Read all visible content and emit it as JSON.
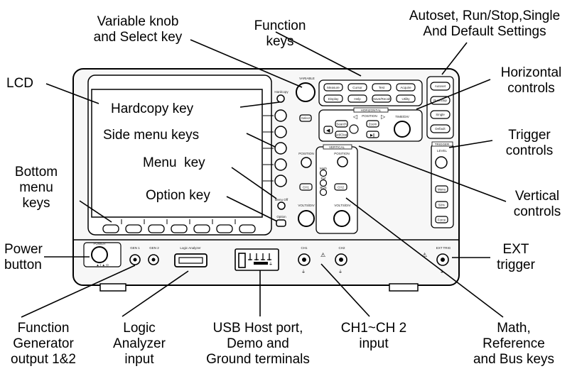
{
  "callouts": {
    "variable_knob": "Variable knob\nand Select key",
    "function_keys": "Function\nkeys",
    "autoset": "Autoset, Run/Stop,Single\nAnd Default Settings",
    "lcd": "LCD",
    "horizontal": "Horizontal\ncontrols",
    "hardcopy": "Hardcopy key",
    "side_menu": "Side menu keys",
    "trigger": "Trigger\ncontrols",
    "bottom_menu": "Bottom\nmenu\nkeys",
    "menu_key": "Menu  key",
    "vertical": "Vertical\ncontrols",
    "option_key": "Option key",
    "power": "Power\nbutton",
    "ext_trigger": "EXT\ntrigger",
    "function_generator": "Function\nGenerator\noutput 1&2",
    "logic_analyzer": "Logic\nAnalyzer\ninput",
    "usb_host": "USB Host port,\nDemo and\nGround terminals",
    "ch_input": "CH1~CH 2\ninput",
    "math_ref_bus": "Math,\nReference\nand Bus keys"
  },
  "panel": {
    "variable": "VARIABLE",
    "select": "Select",
    "hardcopy": "Hardcopy",
    "menu_off": "Menu Off",
    "option": "Option",
    "horizontal": "HORIZONTAL",
    "position": "POSITION",
    "time_div": "TIME/DIV",
    "vertical": "VERTICAL",
    "volts_div_1": "VOLTS/DIV",
    "volts_div_2": "VOLTS/DIV",
    "trigger": "TRIGGER",
    "level": "LEVEL",
    "power": "POWER",
    "gen1": "GEN 1",
    "gen2": "GEN 2",
    "logic_analyzer": "Logic Analyzer",
    "ch1": "CH1",
    "ch2": "CH2",
    "ext_trig": "EXT TRIG",
    "func_keys": [
      "Measure",
      "Cursor",
      "Test",
      "Acquire",
      "Display",
      "Help",
      "Save/Recall",
      "Utility"
    ],
    "right_keys": [
      "Autoset",
      "Run/Stop",
      "Single",
      "Default"
    ],
    "horiz_keys": [
      "Search",
      "Zoom",
      "Set/Clear",
      "Play/Pause"
    ],
    "vert_keys": [
      "Math",
      "Ref",
      "BUS",
      "CH1",
      "CH2"
    ],
    "trig_keys": [
      "Menu",
      "50%",
      "Force"
    ]
  }
}
